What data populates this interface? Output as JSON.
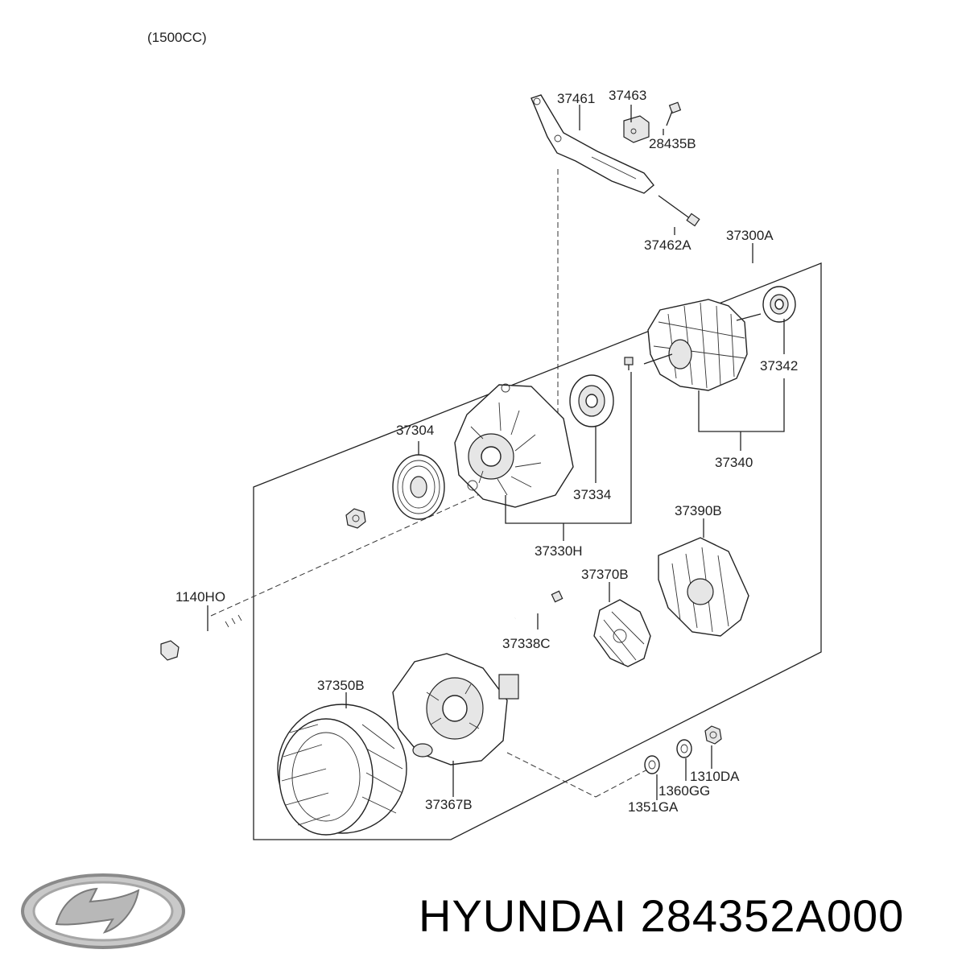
{
  "variant": "(1500CC)",
  "brand": "HYUNDAI",
  "part_number": "284352A000",
  "logo_icon": "hyundai-logo-icon",
  "parts": {
    "p37461": "37461",
    "p37463": "37463",
    "p28435B": "28435B",
    "p37462A": "37462A",
    "p37300A": "37300A",
    "p37342": "37342",
    "p37340": "37340",
    "p37304": "37304",
    "p37334": "37334",
    "p37330H": "37330H",
    "p37390B": "37390B",
    "p37370B": "37370B",
    "p1140HO": "1140HO",
    "p37338C": "37338C",
    "p37350B": "37350B",
    "p37367B": "37367B",
    "p1310DA": "1310DA",
    "p1360GG": "1360GG",
    "p1351GA": "1351GA"
  }
}
